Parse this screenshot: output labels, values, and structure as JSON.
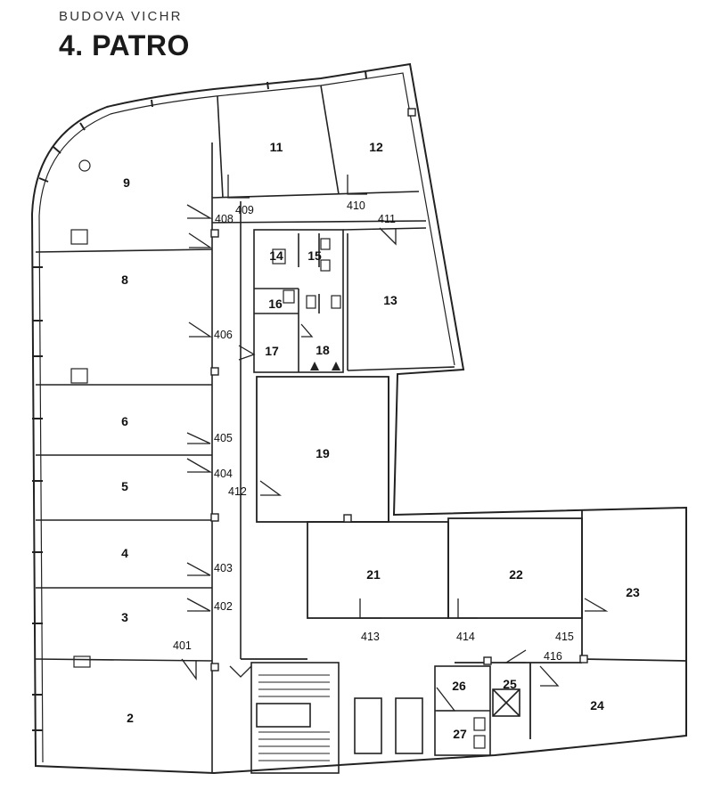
{
  "header": {
    "building": "BUDOVA VICHR",
    "floor": "4. PATRO"
  },
  "rooms": {
    "r2": "2",
    "r3": "3",
    "r4": "4",
    "r5": "5",
    "r6": "6",
    "r8": "8",
    "r9": "9",
    "r11": "11",
    "r12": "12",
    "r13": "13",
    "r14": "14",
    "r15": "15",
    "r16": "16",
    "r17": "17",
    "r18": "18",
    "r19": "19",
    "r21": "21",
    "r22": "22",
    "r23": "23",
    "r24": "24",
    "r25": "25",
    "r26": "26",
    "r27": "27"
  },
  "doors": {
    "d401": "401",
    "d402": "402",
    "d403": "403",
    "d404": "404",
    "d405": "405",
    "d406": "406",
    "d408": "408",
    "d409": "409",
    "d410": "410",
    "d411": "411",
    "d412": "412",
    "d413": "413",
    "d414": "414",
    "d415": "415",
    "d416": "416"
  }
}
